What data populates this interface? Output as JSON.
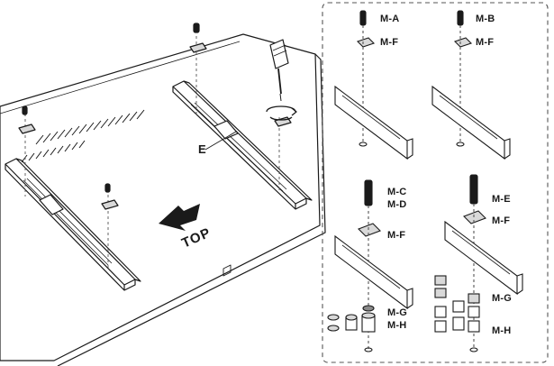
{
  "main_view": {
    "rail_label": "E",
    "arrow_text": "TOP"
  },
  "detail_panel": {
    "panel_1": {
      "screw_label": "M-A",
      "washer_label": "M-F"
    },
    "panel_2": {
      "screw_label": "M-B",
      "washer_label": "M-F"
    },
    "panel_3": {
      "screw_label_1": "M-C",
      "screw_label_2": "M-D",
      "washer_label": "M-F",
      "spacer_label_1": "M-G",
      "spacer_label_2": "M-H"
    },
    "panel_4": {
      "screw_label": "M-E",
      "washer_label": "M-F",
      "spacer_label_1": "M-G",
      "spacer_label_2": "M-H"
    }
  },
  "colors": {
    "line": "#1a1a1a",
    "dash": "#555555",
    "fill_light": "#f4f4f4",
    "fill_mid": "#d9d9d9",
    "fill_dark": "#8a8a8a"
  }
}
